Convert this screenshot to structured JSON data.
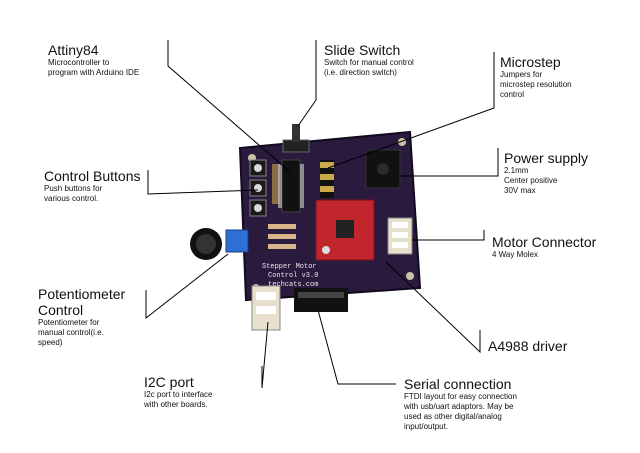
{
  "labels": {
    "attiny": {
      "title": "Attiny84",
      "lines": [
        "Microcontroller to",
        "program with Arduino IDE"
      ]
    },
    "slide": {
      "title": "Slide Switch",
      "lines": [
        "Switch for manual control",
        "(i.e. direction switch)"
      ]
    },
    "microstep": {
      "title": "Microstep",
      "lines": [
        "Jumpers for",
        "microstep resolution",
        "control"
      ]
    },
    "power": {
      "title": "Power supply",
      "lines": [
        "2.1mm",
        "Center positive",
        "30V max"
      ]
    },
    "control": {
      "title": "Control Buttons",
      "lines": [
        "Push buttons for",
        "various control."
      ]
    },
    "motor": {
      "title": "Motor Connector",
      "lines": [
        "4 Way Molex"
      ]
    },
    "pot": {
      "title_lines": [
        "Potentiometer",
        "Control"
      ],
      "lines": [
        "Potentiometer for",
        "manual control(i.e.",
        "speed)"
      ]
    },
    "a4988": {
      "title": "A4988 driver"
    },
    "i2c": {
      "title": "I2C port",
      "lines": [
        "I2c port to interface",
        "with other boards."
      ]
    },
    "serial": {
      "title": "Serial connection",
      "lines": [
        "FTDI layout for easy connection",
        "with usb/uart adaptors. May be",
        "used as other digital/analog",
        "input/output."
      ]
    }
  },
  "board": {
    "silkscreen": [
      "Stepper Motor",
      "Control v3.0",
      "techcats.com"
    ]
  },
  "colors": {
    "pcb": "#2a1a3e",
    "driver": "#c0262c",
    "pot": "#2f6fd6",
    "wire": "#000000"
  }
}
